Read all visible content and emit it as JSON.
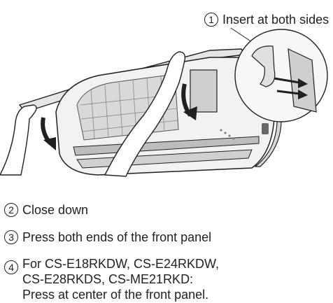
{
  "callout": {
    "number": "1",
    "text": "Insert at both sides"
  },
  "steps": [
    {
      "number": "2",
      "text": "Close down"
    },
    {
      "number": "3",
      "text": "Press both ends of the front panel"
    },
    {
      "number": "4",
      "text": "For CS-E18RKDW, CS-E24RKDW,\nCS-E28RKDS, CS-ME21RKD:\nPress at center of the front panel."
    }
  ],
  "illustration": {
    "subject": "air conditioner indoor unit with front panel being closed",
    "icons": [
      "hand-icon",
      "curved-arrow-down-icon",
      "clip-detail-icon",
      "arrow-right-icon"
    ]
  }
}
